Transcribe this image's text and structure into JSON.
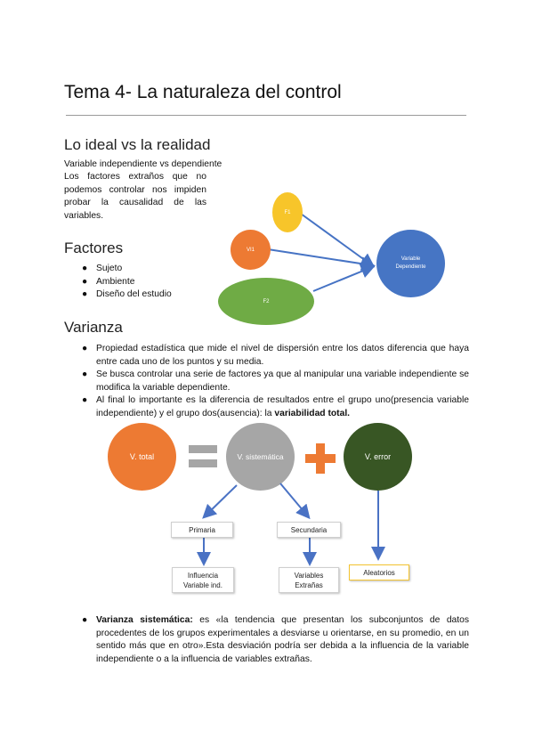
{
  "title": "Tema 4- La naturaleza del control",
  "section1": {
    "heading": "Lo ideal vs la realidad",
    "line1": "Variable independiente vs dependiente",
    "para": "Los factores extraños que no podemos controlar nos impiden probar la causalidad de las variables."
  },
  "section2": {
    "heading": "Factores",
    "items": [
      "Sujeto",
      "Ambiente",
      "Diseño del estudio"
    ]
  },
  "diagram1": {
    "f1": "F1",
    "vi1": "VI1",
    "f2": "F2",
    "dependent": "Variable Dependiente",
    "colors": {
      "f1": "#f7c52a",
      "vi1": "#ed7a33",
      "f2": "#6fab45",
      "dependent": "#4675c4",
      "arrow": "#4673c4"
    }
  },
  "section3": {
    "heading": "Varianza",
    "bullets": [
      "Propiedad estadística que mide el nivel de dispersión entre los datos diferencia que haya entre cada uno de los puntos y su media.",
      "Se busca controlar una serie de factores ya que al manipular una variable independiente se modifica la variable dependiente."
    ],
    "bullet3_text": "Al final lo importante es la diferencia de resultados entre el grupo uno(presencia variable independiente) y el grupo dos(ausencia): la ",
    "bullet3_bold": "variabilidad total."
  },
  "diagram2": {
    "total": "V. total",
    "sistematica": "V. sistemática",
    "error": "V. error",
    "primaria": "Primaria",
    "secundaria": "Secundaria",
    "influencia": "Influencia Variable ind.",
    "extranas": "Variables Extrañas",
    "aleatorios": "Aleatorios",
    "colors": {
      "total": "#ed7a33",
      "sistematica": "#a6a6a6",
      "error": "#385624",
      "equals": "#a6a6a6",
      "plus": "#ed7a33",
      "aleatorios_border": "#f4c430"
    }
  },
  "section4": {
    "bold": "Varianza sistemática:",
    "text": " es «la tendencia que presentan los subconjuntos de datos procedentes de los grupos experimentales a desviarse u orientarse, en su promedio, en un sentido más que en otro».Esta desviación podría ser debida a la influencia de la variable independiente o a la influencia de variables extrañas."
  }
}
